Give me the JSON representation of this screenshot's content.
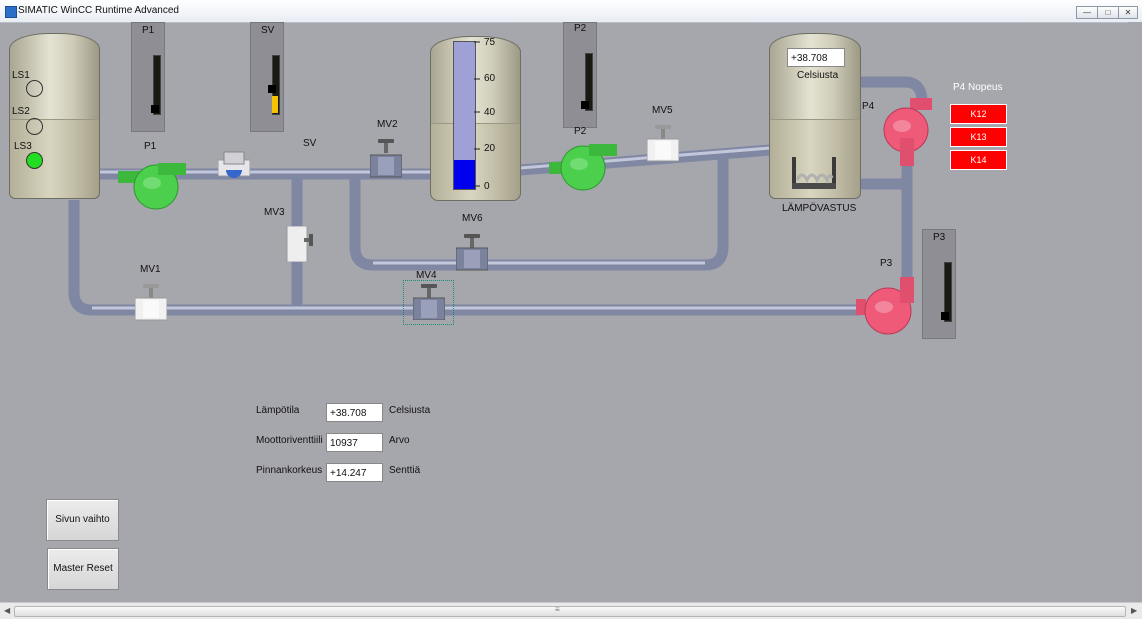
{
  "window": {
    "title": "SIMATIC WinCC Runtime Advanced",
    "min_symbol": "—",
    "max_symbol": "□",
    "close_symbol": "✕"
  },
  "tanks": {
    "tank1": {
      "sensors": [
        {
          "name": "LS1",
          "active": false
        },
        {
          "name": "LS2",
          "active": false
        },
        {
          "name": "LS3",
          "active": true
        }
      ]
    },
    "tank2": {
      "scale": [
        "75",
        "60",
        "40",
        "20",
        "0"
      ],
      "level_fraction": 0.2
    },
    "tank3": {
      "temperature": "+38.708",
      "unit_label": "Celsiusta",
      "heater_label": "LÄMPÖVASTUS"
    }
  },
  "indicators": [
    {
      "name": "P1",
      "value_fraction": 0.0
    },
    {
      "name": "SV",
      "value_fraction": 0.3
    },
    {
      "name": "P2",
      "value_fraction": 0.0
    },
    {
      "name": "P3",
      "value_fraction": 0.0
    }
  ],
  "pumps": {
    "p1": "P1",
    "p2": "P2",
    "p3": "P3",
    "p4": "P4"
  },
  "valves": {
    "sv": "SV",
    "mv1": "MV1",
    "mv2": "MV2",
    "mv3": "MV3",
    "mv4": "MV4",
    "mv5": "MV5",
    "mv6": "MV6"
  },
  "speed_panel": {
    "title": "P4 Nopeus",
    "buttons": [
      "K12",
      "K13",
      "K14"
    ]
  },
  "readouts": [
    {
      "label": "Lämpötila",
      "value": "+38.708",
      "unit": "Celsiusta"
    },
    {
      "label": "Moottoriventtiili",
      "value": "10937",
      "unit": "Arvo"
    },
    {
      "label": "Pinnankorkeus",
      "value": "+14.247",
      "unit": "Senttiä"
    }
  ],
  "buttons": {
    "page_change": "Sivun vaihto",
    "master_reset": "Master Reset"
  },
  "scrollbar": {
    "left_arrow": "◀",
    "right_arrow": "▶",
    "grip": "≡"
  },
  "colors": {
    "pump_green": "#4ccf4c",
    "pump_red": "#ee5a78",
    "pipe": "#8f96b2",
    "sensor_on": "#22dd22",
    "tank_level": "#0000ee",
    "alarm_red": "#ff0000"
  }
}
